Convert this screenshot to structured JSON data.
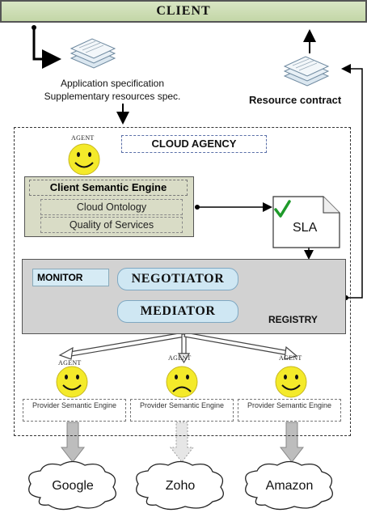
{
  "client": {
    "label": "CLIENT"
  },
  "application_spec": {
    "line1": "Application specification",
    "line2": "Supplementary resources spec."
  },
  "resource_contract": {
    "label": "Resource contract"
  },
  "cloud_agency": {
    "label": "CLOUD AGENCY",
    "agent_label": "AGENT"
  },
  "client_semantic_engine": {
    "title": "Client Semantic Engine",
    "items": [
      "Cloud Ontology",
      "Quality of Services"
    ]
  },
  "sla": {
    "label": "SLA"
  },
  "platform": {
    "monitor": "MONITOR",
    "negotiator": "NEGOTIATOR",
    "mediator": "MEDIATOR",
    "registry": "REGISTRY"
  },
  "providers": [
    {
      "agent_label": "AGENT",
      "engine_label": "Provider Semantic Engine",
      "cloud": "Google",
      "mood": "happy"
    },
    {
      "agent_label": "AGENT",
      "engine_label": "Provider Semantic Engine",
      "cloud": "Zoho",
      "mood": "sad"
    },
    {
      "agent_label": "AGENT",
      "engine_label": "Provider Semantic Engine",
      "cloud": "Amazon",
      "mood": "happy"
    }
  ],
  "colors": {
    "client_bar": "#c3d6a7",
    "engine_box": "#d9dcc6",
    "platform_box": "#d2d2d2",
    "pill": "#cfe7f3",
    "smiley": "#f4ea2a",
    "check": "#1e9a2a"
  }
}
